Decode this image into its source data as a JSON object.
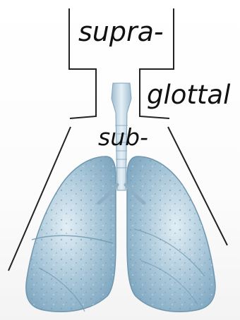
{
  "labels": {
    "supra": "supra-",
    "glottal": "glottal",
    "sub": "sub-"
  },
  "icons": {
    "lungs": "lungs-illustration",
    "trachea": "trachea-illustration"
  },
  "colors": {
    "lung_fill": "#a9c7d9",
    "lung_dark": "#7fa7c0",
    "lung_light": "#d6e6ef",
    "line": "#222222"
  }
}
